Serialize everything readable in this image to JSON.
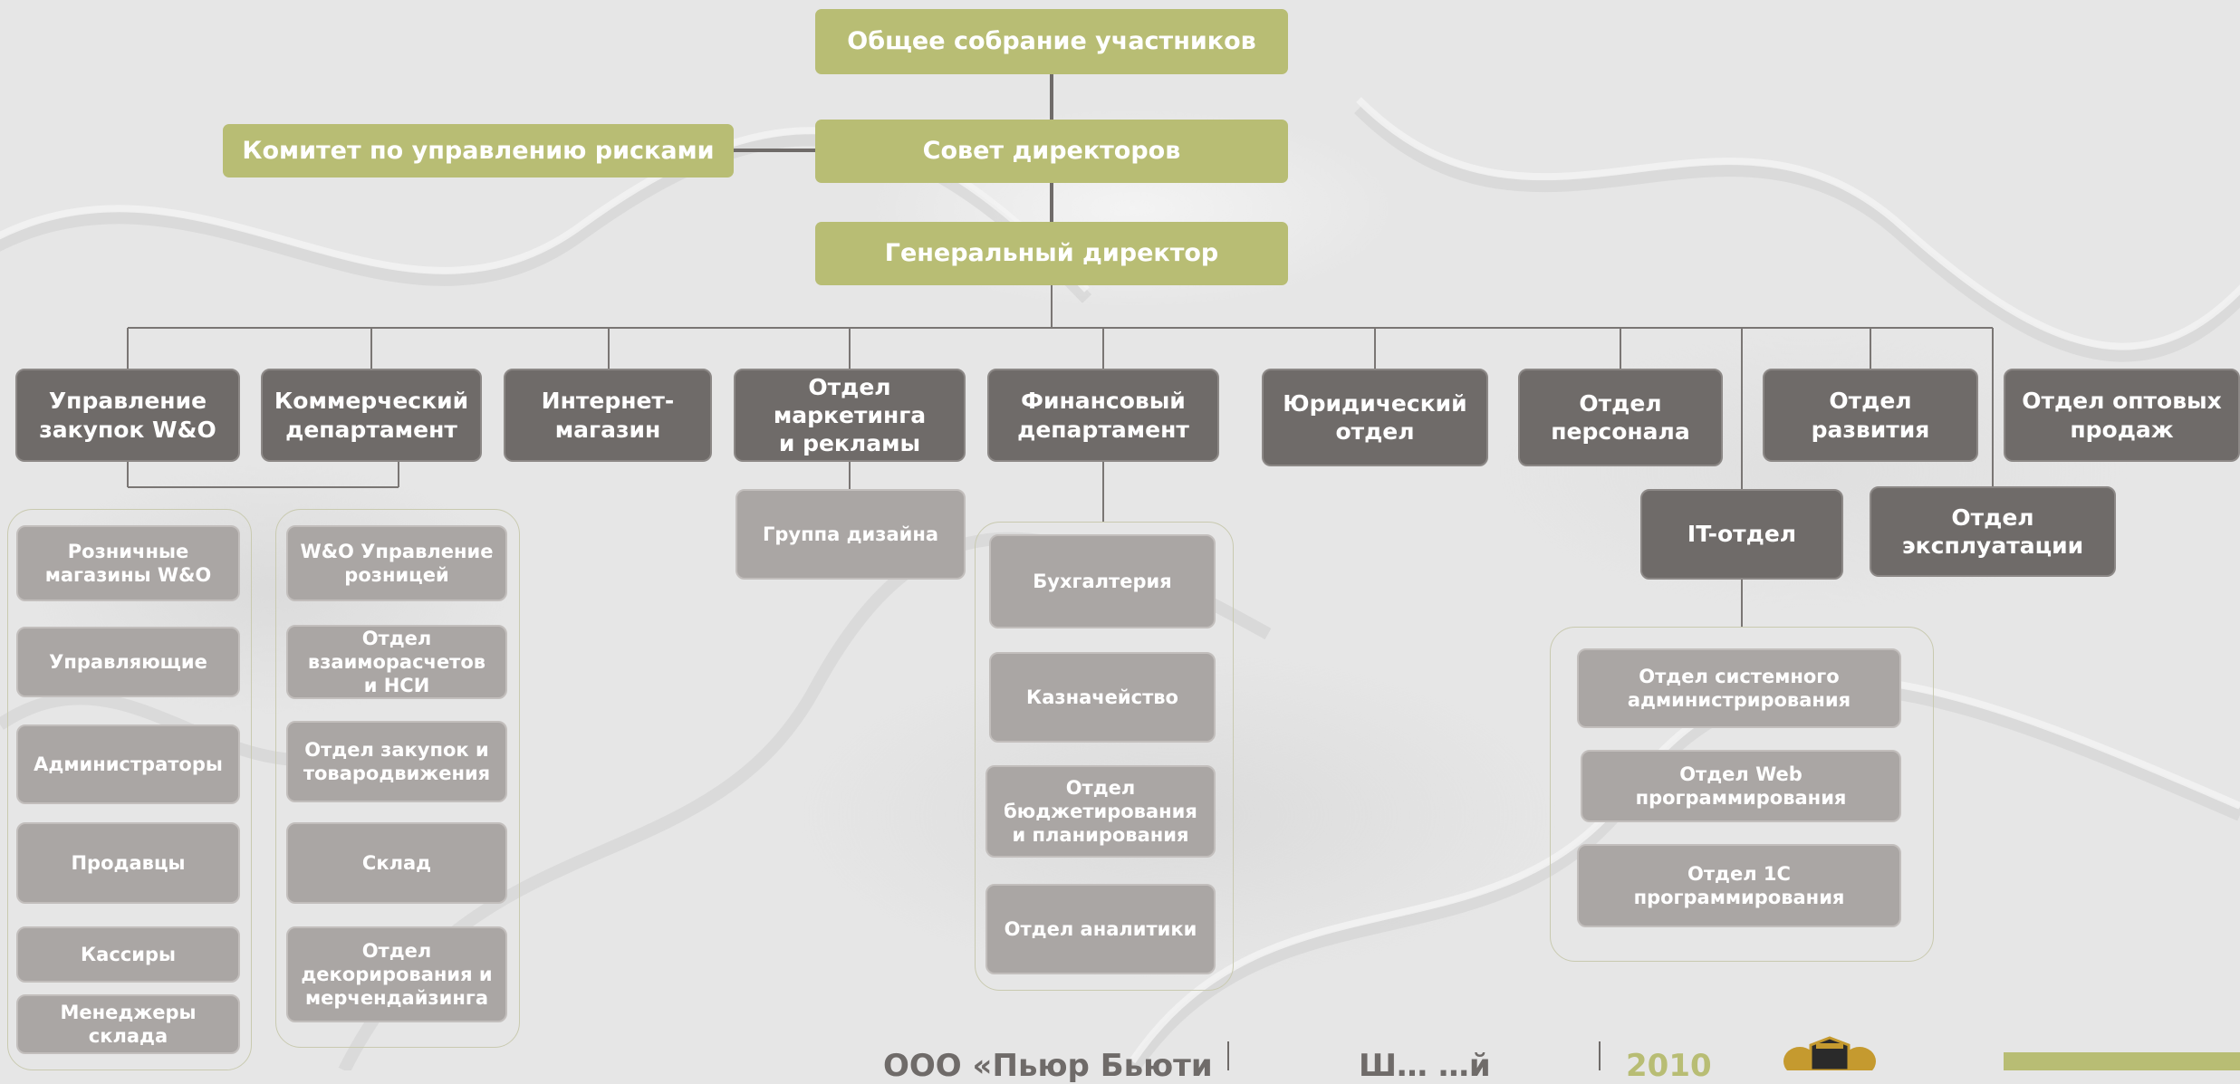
{
  "colors": {
    "top_boxes": "#b8bd74",
    "department_boxes": "#6f6b69",
    "sub_boxes": "#aaa6a4",
    "background": "#e6e6e6",
    "connector_lines": "#6f6b69"
  },
  "top": {
    "assembly": "Общее собрание участников",
    "board": "Совет директоров",
    "risk_committee": "Комитет по управлению рисками",
    "ceo": "Генеральный директор"
  },
  "departments": {
    "purchasing": "Управление\nзакупок W&O",
    "commercial": "Коммерческий\nдепартамент",
    "eshop": "Интернет-\nмагазин",
    "marketing": "Отдел\nмаркетинга\nи рекламы",
    "finance": "Финансовый\nдепартамент",
    "legal": "Юридический\nотдел",
    "personnel": "Отдел\nперсонала",
    "development": "Отдел\nразвития",
    "wholesale": "Отдел оптовых\nпродаж",
    "it": "IT-отдел",
    "operations": "Отдел\nэксплуатации"
  },
  "purchasing_units": [
    "Розничные\nмагазины W&O",
    "Управляющие",
    "Администраторы",
    "Продавцы",
    "Кассиры",
    "Менеджеры\nсклада"
  ],
  "commercial_units": [
    "W&O Управление\nрозницей",
    "Отдел\nвзаиморасчетов\nи НСИ",
    "Отдел закупок и\nтовародвижения",
    "Склад",
    "Отдел\nдекорирования и\nмерчендайзинга"
  ],
  "marketing_units": [
    "Группа дизайна"
  ],
  "finance_units": [
    "Бухгалтерия",
    "Казначейство",
    "Отдел\nбюджетирования\nи планирования",
    "Отдел аналитики"
  ],
  "it_units": [
    "Отдел системного\nадминистрирования",
    "Отдел Web\nпрограммирования",
    "Отдел 1С\nпрограммирования"
  ],
  "footer": {
    "company": "ООО «Пьюр Бьюти",
    "brand": "Ш…      …й",
    "year": "2010"
  }
}
